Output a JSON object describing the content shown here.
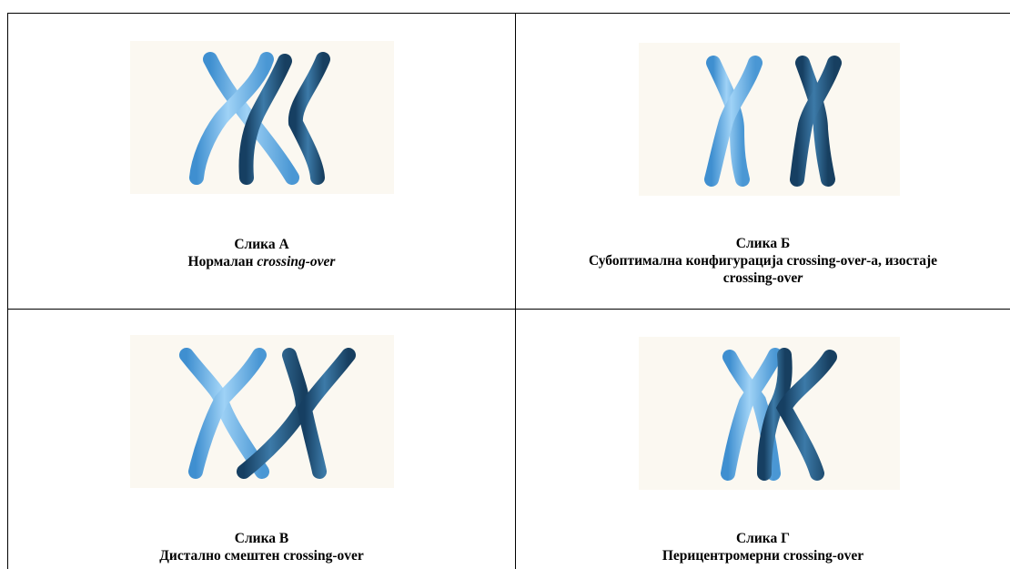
{
  "figures": [
    {
      "id": "A",
      "caption_title": "Слика А",
      "caption_body": "Нормалан ",
      "caption_body_italic": "crossing-over",
      "arrangement": "crossing-over-normal"
    },
    {
      "id": "B",
      "caption_title": "Слика Б",
      "caption_line1_a": "Субоптимална конфигурација c",
      "caption_line1_b": "rossing-ove",
      "caption_line1_c": "r",
      "caption_line1_d": "-а, изостаје",
      "caption_line2_a": "c",
      "caption_line2_b": "rossing-ove",
      "caption_line2_c": "r",
      "arrangement": "no-crossing-over"
    },
    {
      "id": "V",
      "caption_title": "Слика В",
      "caption_body": "Дистално смештен crossing-over",
      "arrangement": "distal-crossing-over"
    },
    {
      "id": "G",
      "caption_title": "Слика Г",
      "caption_body": "Перицентромерни crossing-over",
      "arrangement": "pericentromeric-crossing-over"
    }
  ],
  "colors": {
    "light_chromosome": "#6fb3e8",
    "dark_chromosome": "#22557e",
    "figure_background": "#fbf8f1",
    "border": "#000000"
  }
}
